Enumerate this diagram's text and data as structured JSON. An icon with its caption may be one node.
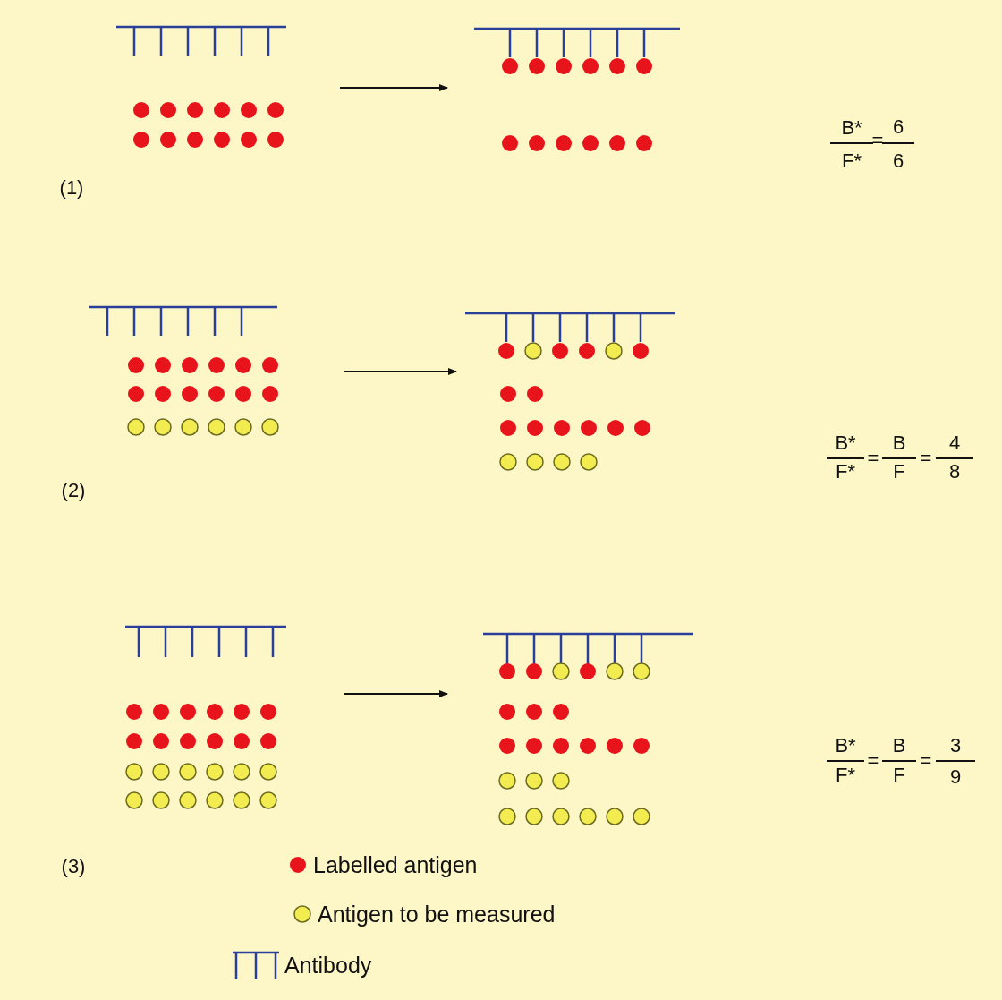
{
  "diagram": {
    "labels": [
      "(1)",
      "B*",
      "=",
      "6",
      "F*",
      "6",
      "(2)",
      "B*",
      "=",
      "B",
      "=",
      "4",
      "F*",
      "F",
      "8",
      "(3)",
      "B*",
      "=",
      "B",
      "=",
      "3",
      "F*",
      "F",
      "9"
    ],
    "legend": [
      {
        "text": "Labelled antigen",
        "color": "#e8141c"
      },
      {
        "text": "Antigen to be measured",
        "color": "#f2ec50"
      },
      {
        "text": "Antibody"
      }
    ]
  }
}
